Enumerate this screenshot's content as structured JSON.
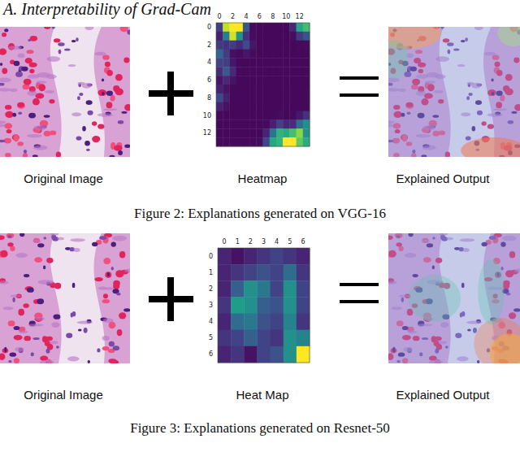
{
  "diagram": {
    "title": "A. Interpretability of Grad-Cam",
    "labels": [
      "0",
      "2",
      "4",
      "6",
      "8",
      "10",
      "12",
      "0",
      "2",
      "4",
      "6",
      "8",
      "10",
      "12",
      "Original Image",
      "Heatmap",
      "Explained Output",
      "Figure 2: Explanations generated on VGG-16",
      "0",
      "1",
      "2",
      "3",
      "4",
      "5",
      "6",
      "0",
      "1",
      "2",
      "3",
      "4",
      "5",
      "6",
      "Original Image",
      "Heat Map",
      "Explained Output",
      "Figure 3: Explanations generated on Resnet-50"
    ]
  }
}
